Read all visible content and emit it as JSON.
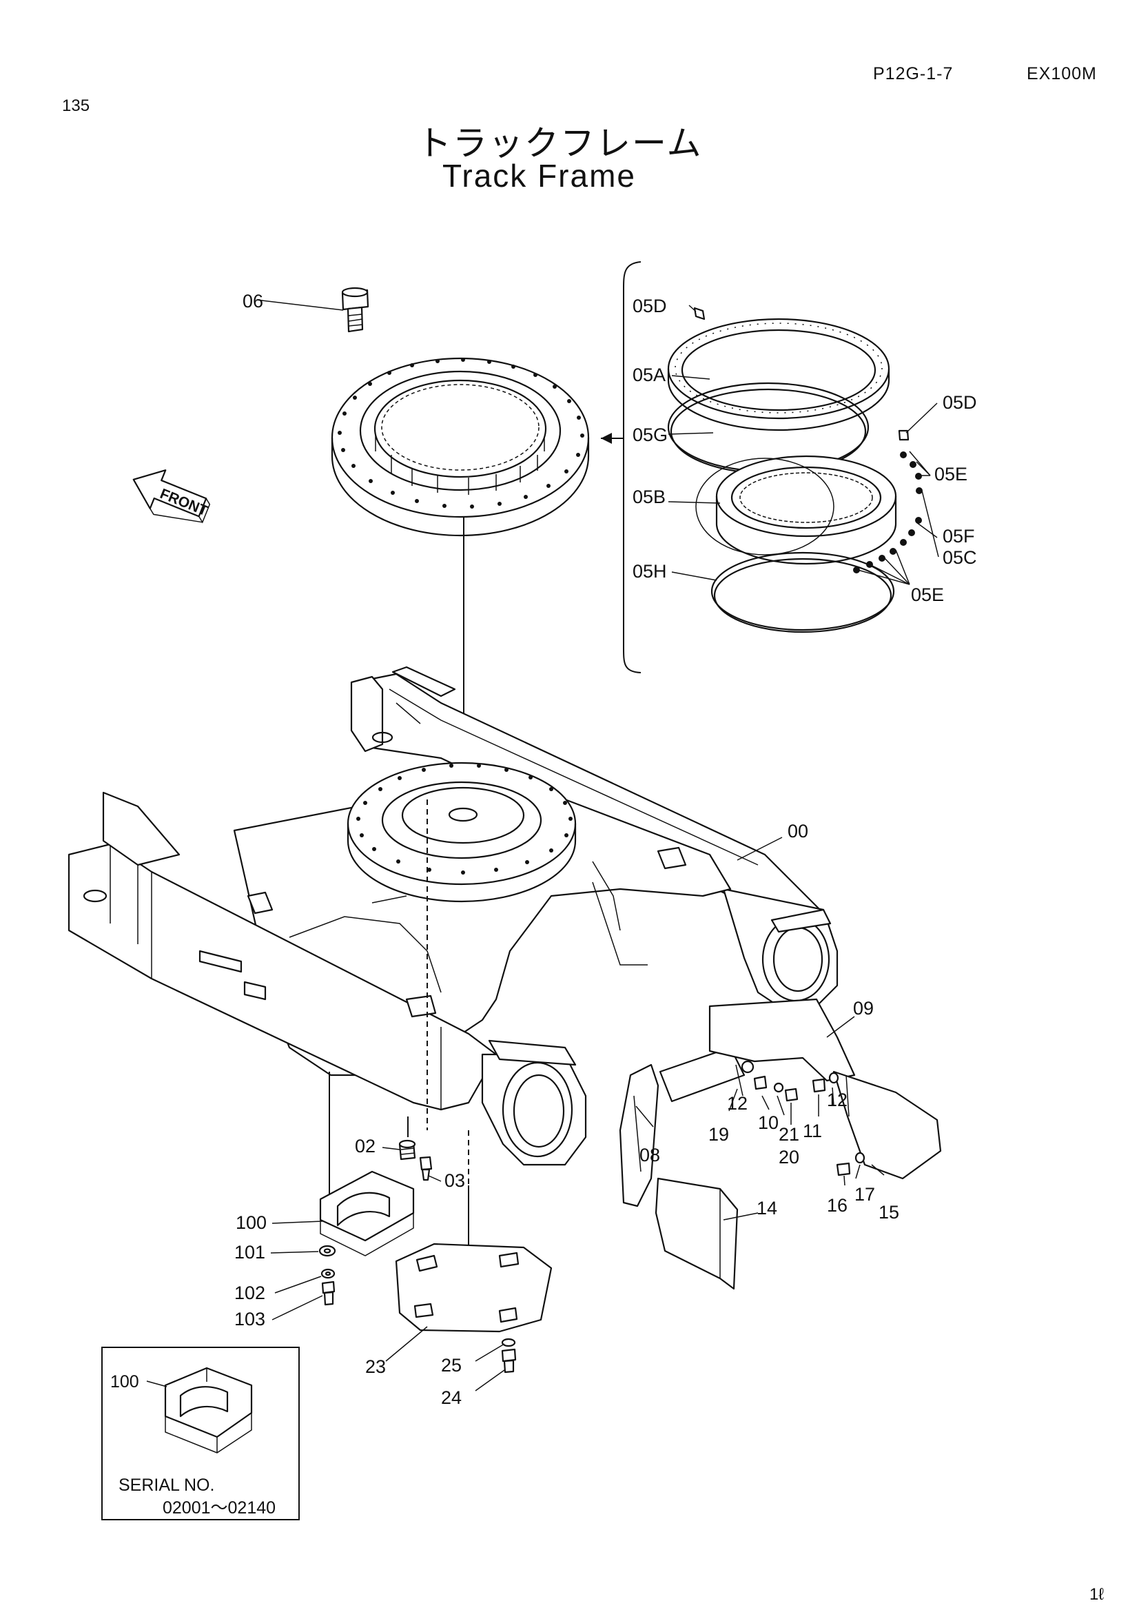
{
  "header": {
    "page_number": "135",
    "page_code": "P12G-1-7",
    "model": "EX100M",
    "corner_page": "1ℓ"
  },
  "title": {
    "japanese": "トラックフレーム",
    "english": "Track Frame"
  },
  "front_arrow": "FRONT",
  "callouts": {
    "p00": "00",
    "p02": "02",
    "p03": "03",
    "p05A": "05A",
    "p05B": "05B",
    "p05C": "05C",
    "p05D_top": "05D",
    "p05D_right": "05D",
    "p05E_top": "05E",
    "p05E_bottom": "05E",
    "p05F": "05F",
    "p05G": "05G",
    "p05H": "05H",
    "p06": "06",
    "p08": "08",
    "p09": "09",
    "p10": "10",
    "p11": "11",
    "p12_left": "12",
    "p12_right": "12",
    "p14": "14",
    "p15": "15",
    "p16": "16",
    "p17": "17",
    "p19": "19",
    "p20": "20",
    "p21": "21",
    "p23": "23",
    "p24": "24",
    "p25": "25",
    "p100": "100",
    "p101": "101",
    "p102": "102",
    "p103": "103"
  },
  "inset": {
    "part": "100",
    "serial_label": "SERIAL  NO.",
    "serial_range": "02001～02140"
  }
}
